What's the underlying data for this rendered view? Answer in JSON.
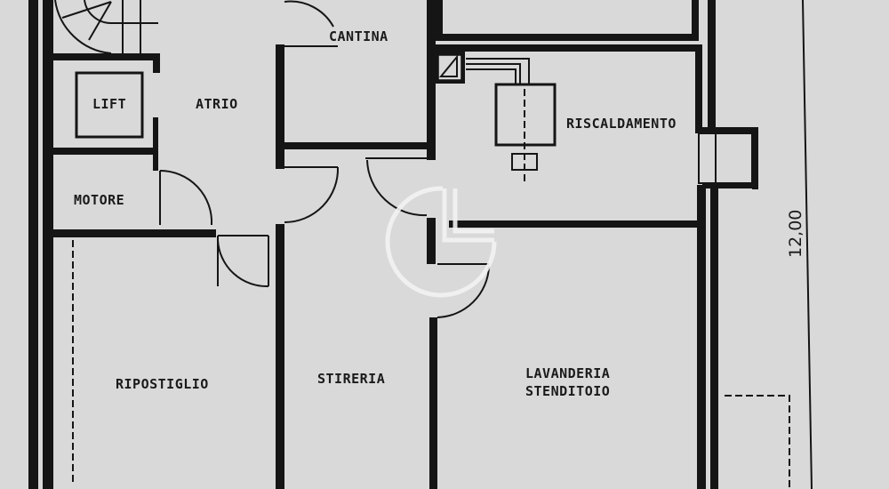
{
  "plan": {
    "background": "#d9d9d9",
    "ink": "#151515",
    "rooms": {
      "cantina": "CANTINA",
      "lift": "LIFT",
      "atrio": "ATRIO",
      "riscaldamento": "RISCALDAMENTO",
      "motore": "MOTORE",
      "ripostiglio": "RIPOSTIGLIO",
      "stireria": "STIRERIA",
      "lavanderia_line1": "LAVANDERIA",
      "lavanderia_line2": "STENDITOIO"
    },
    "dimension": "12,00",
    "watermark": "logo-watermark"
  }
}
